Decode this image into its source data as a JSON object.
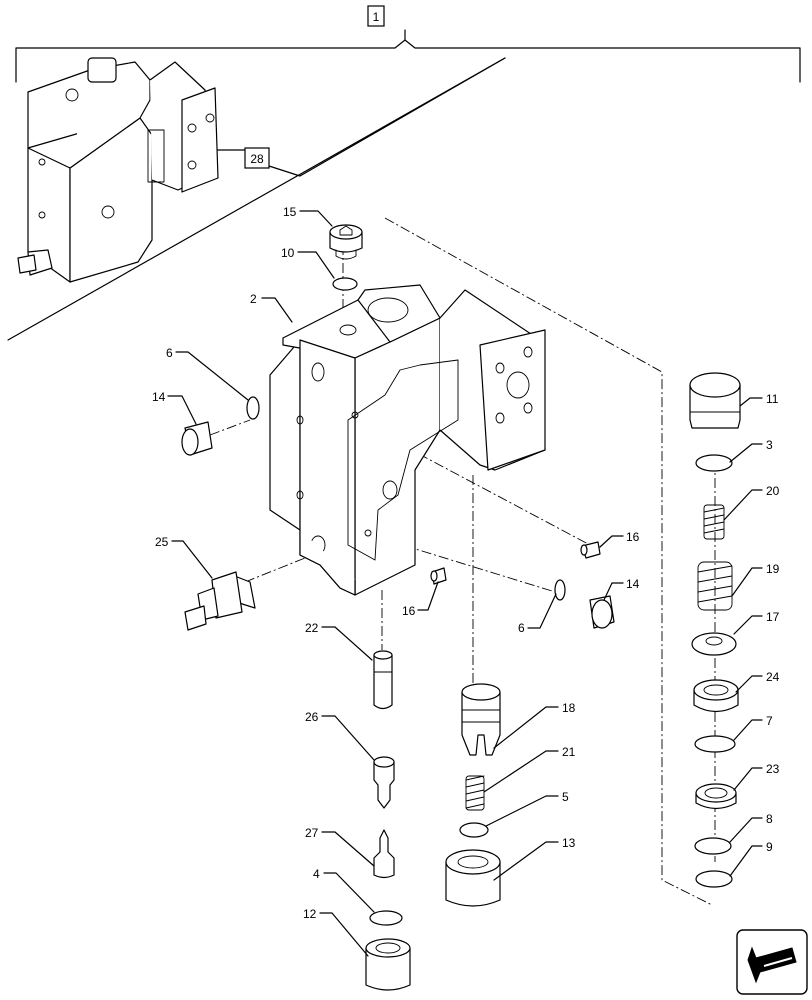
{
  "callouts": {
    "assembly": "1",
    "ref_box": "28",
    "c2": "2",
    "c3": "3",
    "c4": "4",
    "c5": "5",
    "c6a": "6",
    "c6b": "6",
    "c7": "7",
    "c8": "8",
    "c9": "9",
    "c10": "10",
    "c11": "11",
    "c12": "12",
    "c13": "13",
    "c14a": "14",
    "c14b": "14",
    "c15": "15",
    "c16a": "16",
    "c16b": "16",
    "c17": "17",
    "c18": "18",
    "c19": "19",
    "c20": "20",
    "c21": "21",
    "c22": "22",
    "c23": "23",
    "c24": "24",
    "c25": "25",
    "c26": "26",
    "c27": "27"
  },
  "icons": {
    "nav": "arrow-back-icon"
  }
}
